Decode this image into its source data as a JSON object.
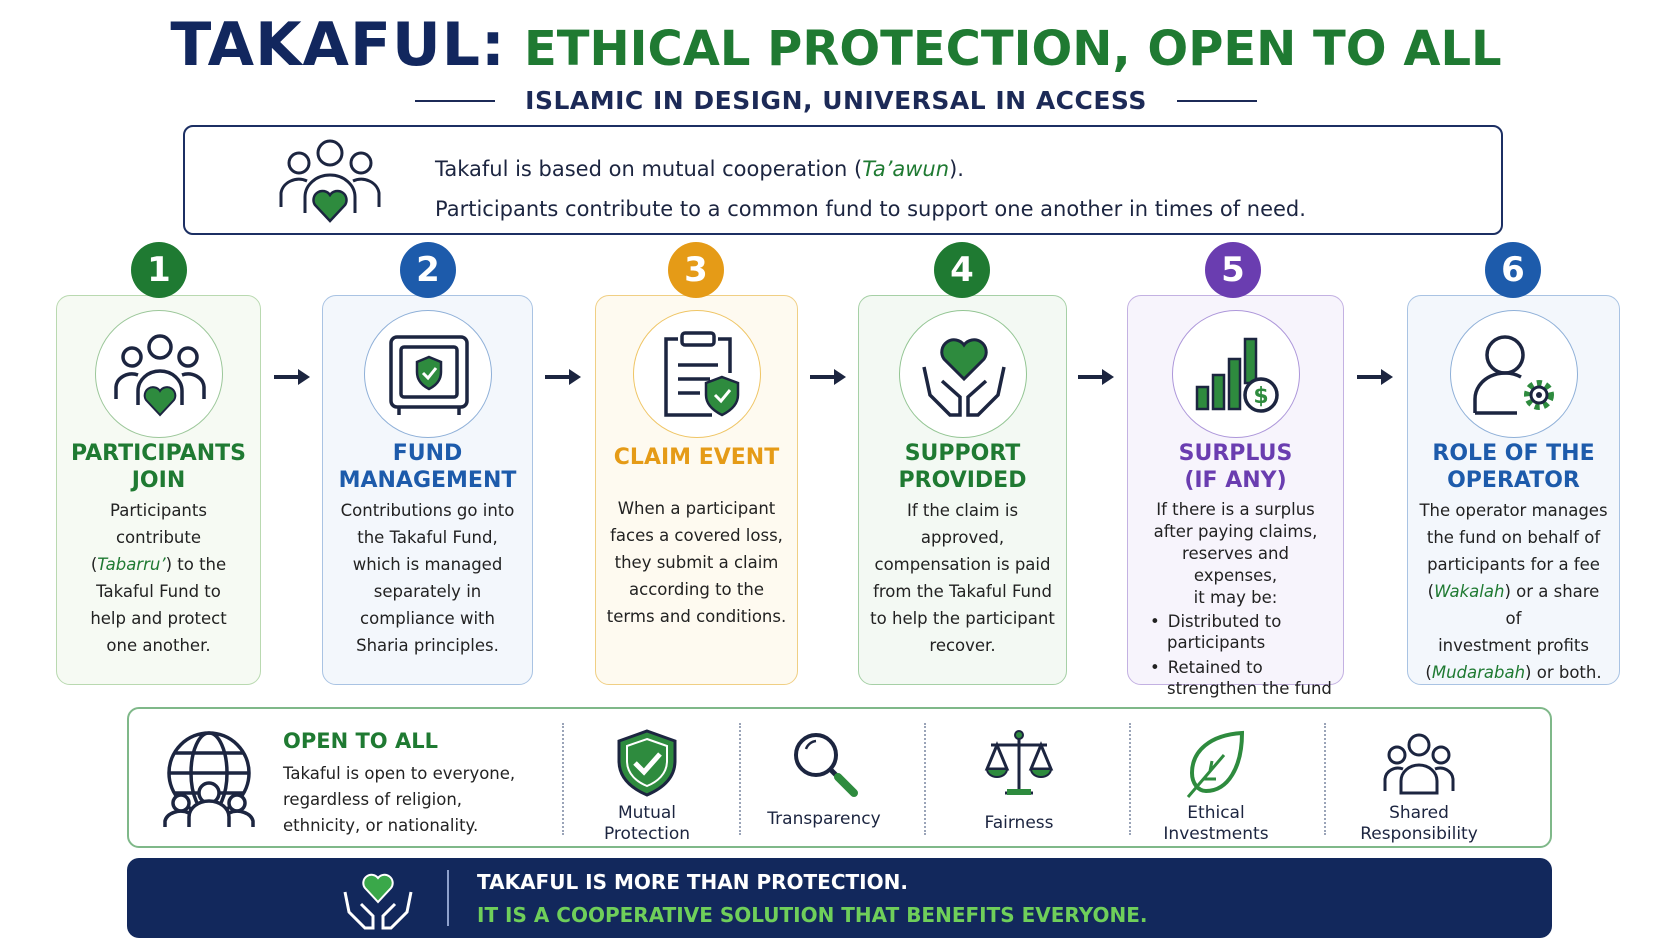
{
  "title": {
    "main": "TAKAFUL:",
    "highlight": "ETHICAL PROTECTION, OPEN TO ALL"
  },
  "subtitle": "ISLAMIC IN DESIGN, UNIVERSAL IN ACCESS",
  "intro": {
    "line1_pre": "Takaful is based on mutual cooperation (",
    "line1_em": "Ta’awun",
    "line1_post": ").",
    "line2": "Participants contribute to a common fund to support one another in times of need."
  },
  "colors": {
    "navy": "#12275e",
    "green": "#1f7a32",
    "blue": "#1d5bab",
    "orange": "#e59b17",
    "purple": "#6a3db0"
  },
  "steps": [
    {
      "num": "1",
      "title_l1": "PARTICIPANTS",
      "title_l2": "JOIN",
      "icon": "people-heart-icon",
      "d1": "Participants contribute",
      "d2_pre": "(",
      "d2_em": "Tabarru’",
      "d2_post": ") to the",
      "d3": "Takaful Fund to",
      "d4": "help and protect",
      "d5": "one another."
    },
    {
      "num": "2",
      "title_l1": "FUND",
      "title_l2": "MANAGEMENT",
      "icon": "safe-shield-icon",
      "d1": "Contributions go into",
      "d2": "the Takaful Fund,",
      "d3": "which is managed",
      "d4": "separately in",
      "d5": "compliance with",
      "d6": "Sharia principles."
    },
    {
      "num": "3",
      "title_l1": "CLAIM EVENT",
      "icon": "clipboard-shield-icon",
      "d1": "When a participant",
      "d2": "faces a covered loss,",
      "d3": "they submit a claim",
      "d4": "according to the",
      "d5": "terms and conditions."
    },
    {
      "num": "4",
      "title_l1": "SUPPORT",
      "title_l2": "PROVIDED",
      "icon": "hands-heart-icon",
      "d1": "If the claim is approved,",
      "d2": "compensation is paid",
      "d3": "from the Takaful Fund",
      "d4": "to help the participant",
      "d5": "recover."
    },
    {
      "num": "5",
      "title_l1": "SURPLUS",
      "title_l2": "(IF ANY)",
      "icon": "growth-chart-dollar-icon",
      "d1": "If there is a surplus",
      "d2": "after paying claims,",
      "d3": "reserves and expenses,",
      "d4": "it may be:",
      "b1a": "Distributed to",
      "b1b": "participants",
      "b2a": "Retained to",
      "b2b": "strengthen the fund"
    },
    {
      "num": "6",
      "title_l1": "ROLE OF THE",
      "title_l2": "OPERATOR",
      "icon": "person-gear-icon",
      "d1": "The operator manages",
      "d2": "the fund on behalf of",
      "d3": "participants for a fee",
      "d4_pre": "(",
      "d4_em": "Wakalah",
      "d4_post": ") or a share of",
      "d5": "investment profits",
      "d6_pre": "(",
      "d6_em": "Mudarabah",
      "d6_post": ") or both."
    }
  ],
  "open": {
    "title": "OPEN TO ALL",
    "l1": "Takaful is open to everyone,",
    "l2": "regardless of religion,",
    "l3": "ethnicity, or nationality.",
    "features": [
      {
        "l1": "Mutual",
        "l2": "Protection",
        "icon": "shield-check-icon"
      },
      {
        "l1": "Transparency",
        "icon": "magnifier-icon"
      },
      {
        "l1": "Fairness",
        "icon": "scales-icon"
      },
      {
        "l1": "Ethical",
        "l2": "Investments",
        "icon": "leaf-icon"
      },
      {
        "l1": "Shared",
        "l2": "Responsibility",
        "icon": "group-icon"
      }
    ]
  },
  "footer": {
    "line1": "TAKAFUL IS MORE THAN PROTECTION.",
    "line2": "IT IS A COOPERATIVE SOLUTION THAT BENEFITS EVERYONE."
  }
}
